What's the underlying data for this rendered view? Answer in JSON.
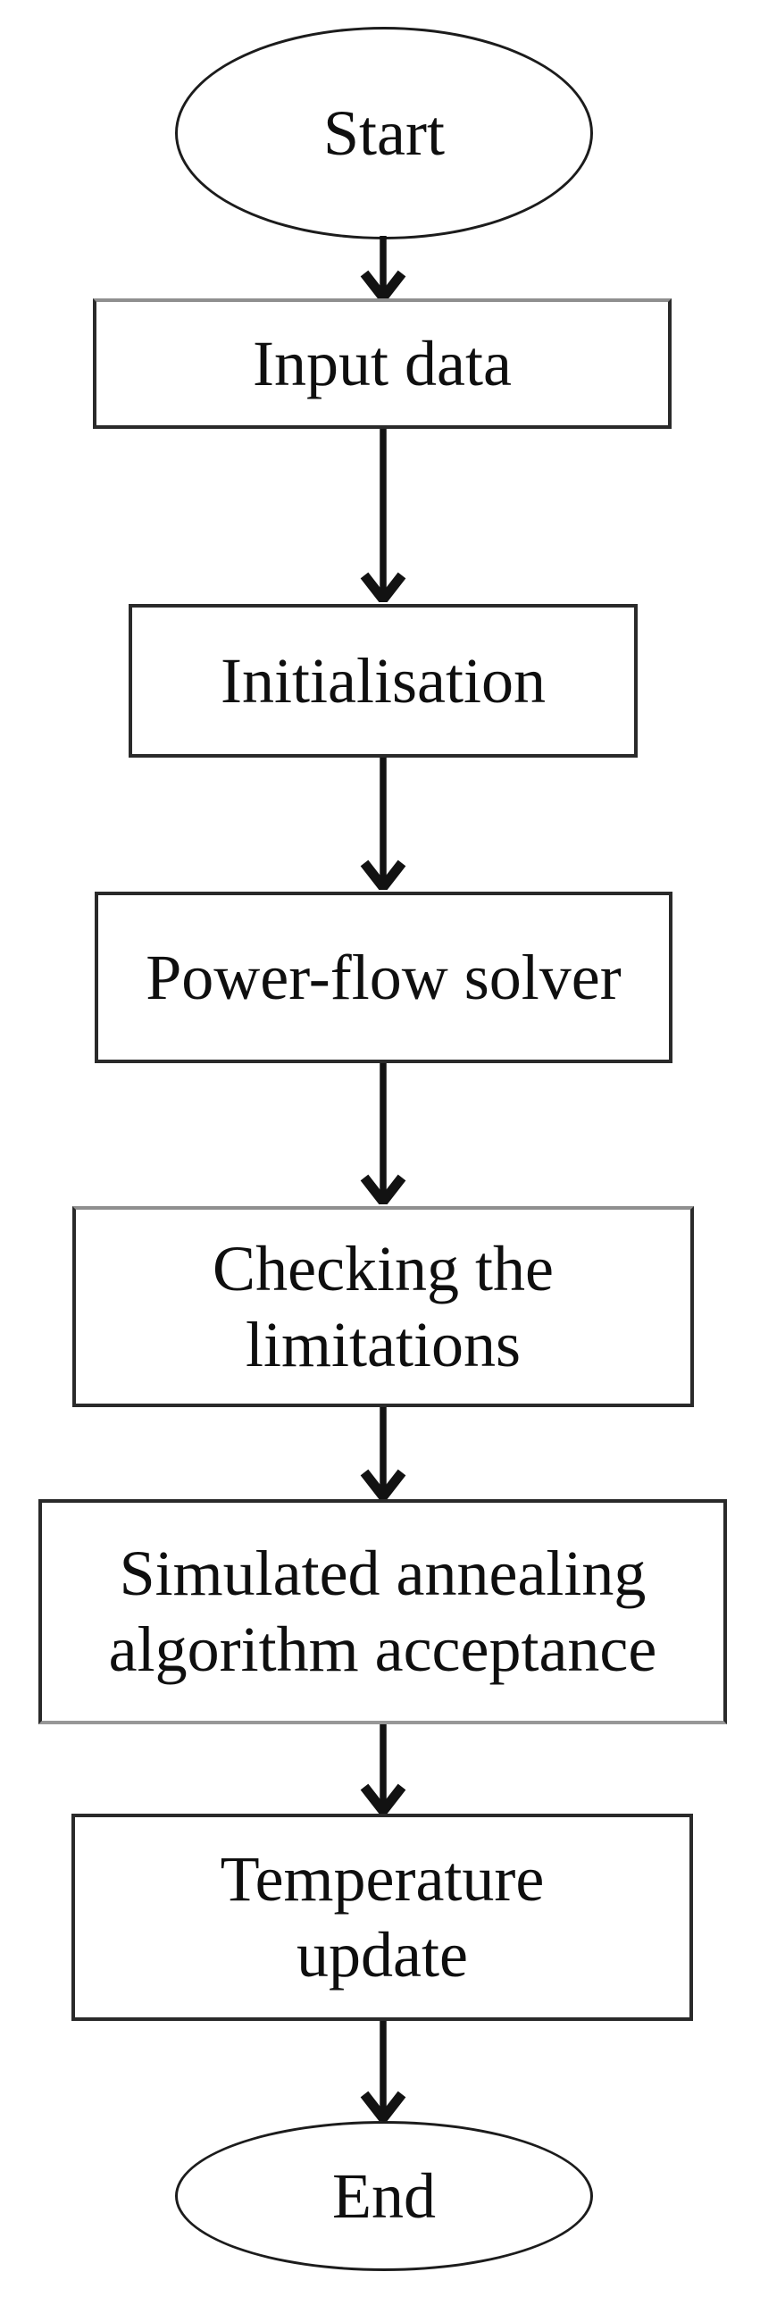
{
  "flowchart": {
    "background_color": "#ffffff",
    "line_color": "#121212",
    "text_color": "#0f0f0f",
    "nodes": [
      {
        "id": "start",
        "shape": "ellipse",
        "label": "Start"
      },
      {
        "id": "input-data",
        "shape": "rectangle",
        "label": "Input data"
      },
      {
        "id": "initialisation",
        "shape": "rectangle",
        "label": "Initialisation"
      },
      {
        "id": "power-flow-solver",
        "shape": "rectangle",
        "label": "Power-flow solver"
      },
      {
        "id": "checking-the-limitations",
        "shape": "rectangle",
        "label": "Checking the limitations"
      },
      {
        "id": "simulated-annealing-acceptance",
        "shape": "rectangle",
        "label": "Simulated annealing algorithm acceptance"
      },
      {
        "id": "temperature-update",
        "shape": "rectangle",
        "label": "Temperature update"
      },
      {
        "id": "end",
        "shape": "ellipse",
        "label": "End"
      }
    ],
    "edges": [
      {
        "from": "start",
        "to": "input-data"
      },
      {
        "from": "input-data",
        "to": "initialisation"
      },
      {
        "from": "initialisation",
        "to": "power-flow-solver"
      },
      {
        "from": "power-flow-solver",
        "to": "checking-the-limitations"
      },
      {
        "from": "checking-the-limitations",
        "to": "simulated-annealing-acceptance"
      },
      {
        "from": "simulated-annealing-acceptance",
        "to": "temperature-update"
      },
      {
        "from": "temperature-update",
        "to": "end"
      }
    ]
  }
}
